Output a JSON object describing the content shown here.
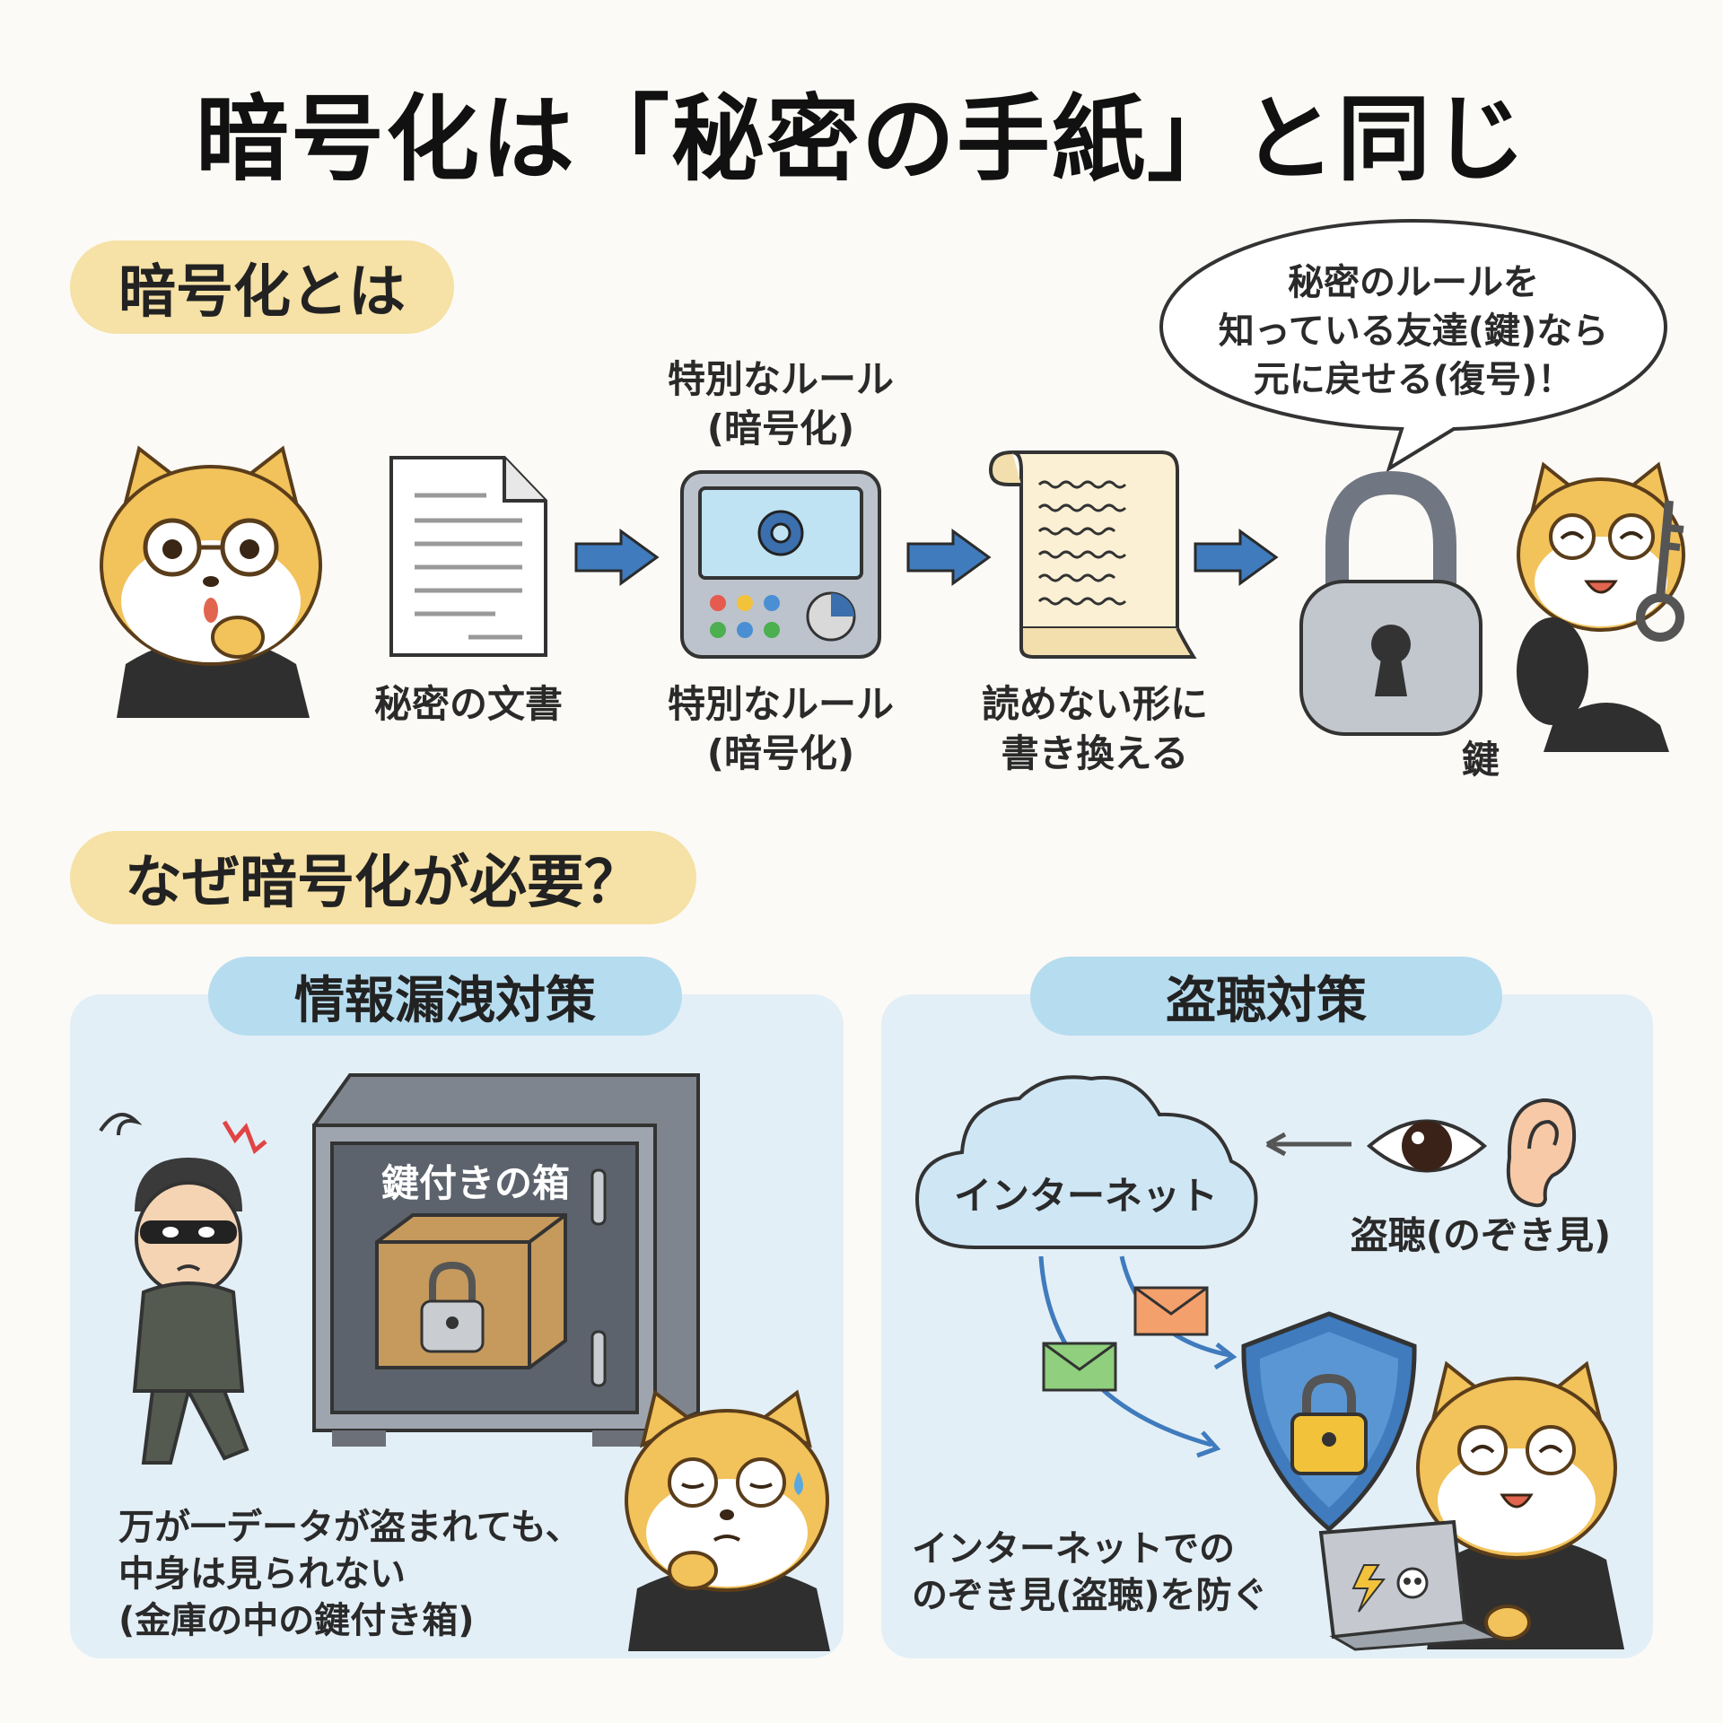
{
  "title": "暗号化は「秘密の手紙」と同じ",
  "section1": {
    "heading": "暗号化とは",
    "bubble": [
      "秘密のルールを",
      "知っている友達(鍵)なら",
      "元に戻せる(復号)！"
    ],
    "rule_top": [
      "特別なルール",
      "(暗号化)"
    ],
    "document_label": "秘密の文書",
    "rule_bottom": [
      "特別なルール",
      "(暗号化)"
    ],
    "scroll_label": [
      "読めない形に",
      "書き換える"
    ],
    "key_label": "鍵"
  },
  "section2": {
    "heading": "なぜ暗号化が必要？",
    "left": {
      "heading": "情報漏洩対策",
      "box_label": "鍵付きの箱",
      "caption": [
        "万が一データが盗まれても、",
        "中身は見られない",
        "(金庫の中の鍵付き箱)"
      ]
    },
    "right": {
      "heading": "盗聴対策",
      "cloud_label": "インターネット",
      "eaves_label": "盗聴(のぞき見)",
      "caption": [
        "インターネットでの",
        "のぞき見(盗聴)を防ぐ"
      ]
    }
  },
  "colors": {
    "yellow_pill": "#f6e1a6",
    "blue_pill": "#b6dcef",
    "panel": "#e3eff7",
    "arrow": "#3f7bbd",
    "dog": "#f2c25b"
  },
  "icons": [
    "document-icon",
    "cipher-machine-icon",
    "scroll-icon",
    "padlock-icon",
    "key-icon",
    "safe-icon",
    "cloud-icon",
    "eye-icon",
    "ear-icon",
    "envelope-icon",
    "shield-lock-icon",
    "laptop-icon",
    "thief-icon",
    "dog-mascot-icon"
  ]
}
